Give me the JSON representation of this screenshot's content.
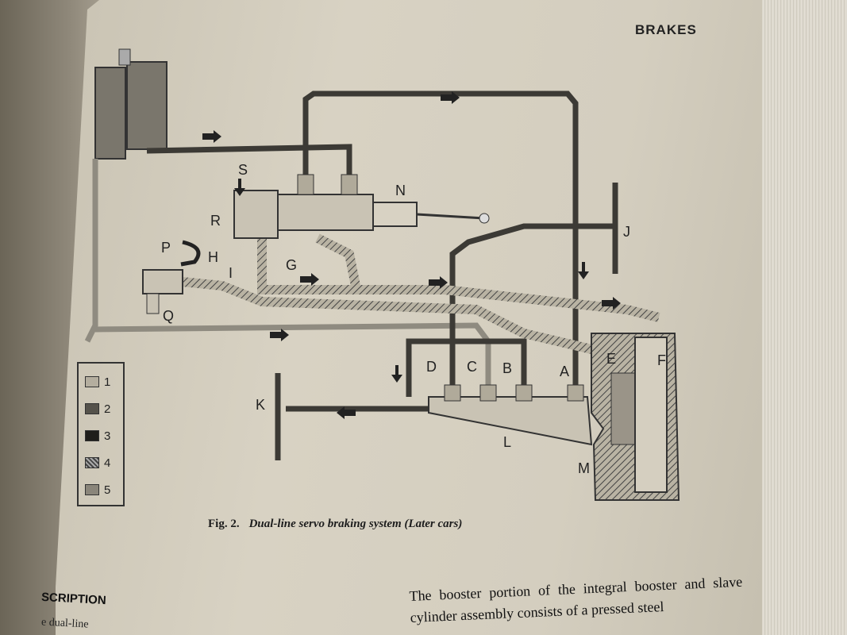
{
  "header": {
    "title": "BRAKES"
  },
  "diagram": {
    "labels": [
      "S",
      "N",
      "R",
      "P",
      "H",
      "I",
      "G",
      "J",
      "Q",
      "D",
      "C",
      "B",
      "A",
      "E",
      "F",
      "K",
      "L",
      "M"
    ]
  },
  "legend": {
    "items": [
      "1",
      "2",
      "3",
      "4",
      "5"
    ]
  },
  "caption": {
    "fig": "Fig. 2.",
    "title": "Dual-line servo braking system (Later cars)"
  },
  "section": {
    "heading": "SCRIPTION",
    "fragment": "e dual-line"
  },
  "body": {
    "text": "The booster portion of the integral booster and slave cylinder assembly consists of a pressed steel"
  }
}
